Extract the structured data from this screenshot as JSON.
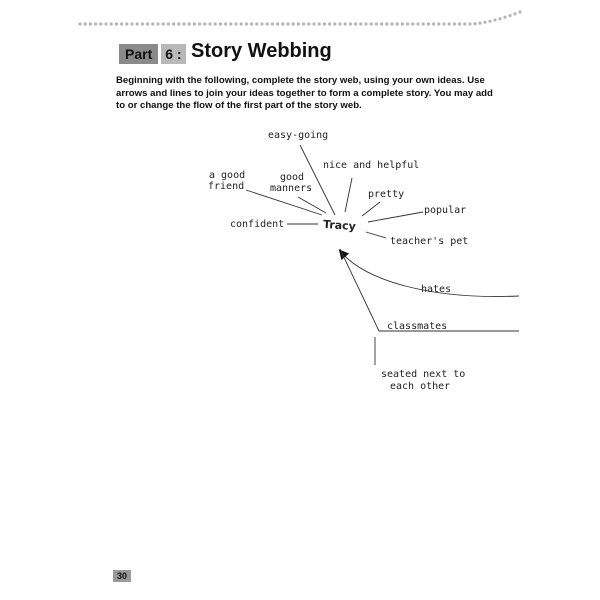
{
  "header": {
    "part_label": "Part",
    "part_number": "6 :",
    "title": "Story Webbing"
  },
  "instructions": "Beginning with the following, complete the story web, using your own ideas. Use arrows and lines to join your ideas together to form a complete story. You may add to or change the flow of the first part of the story web.",
  "web": {
    "center": "Tracy",
    "nodes": {
      "easy_going": "easy-going",
      "nice_and_helpful": "nice and helpful",
      "a_good_friend": [
        "a good",
        "friend"
      ],
      "good_manners": [
        "good",
        "manners"
      ],
      "pretty": "pretty",
      "popular": "popular",
      "confident": "confident",
      "teachers_pet": "teacher's pet",
      "hates": "hates",
      "classmates": "classmates",
      "seated_next_to": [
        "seated next to",
        "each other"
      ]
    }
  },
  "footer": {
    "page_number": "30"
  }
}
